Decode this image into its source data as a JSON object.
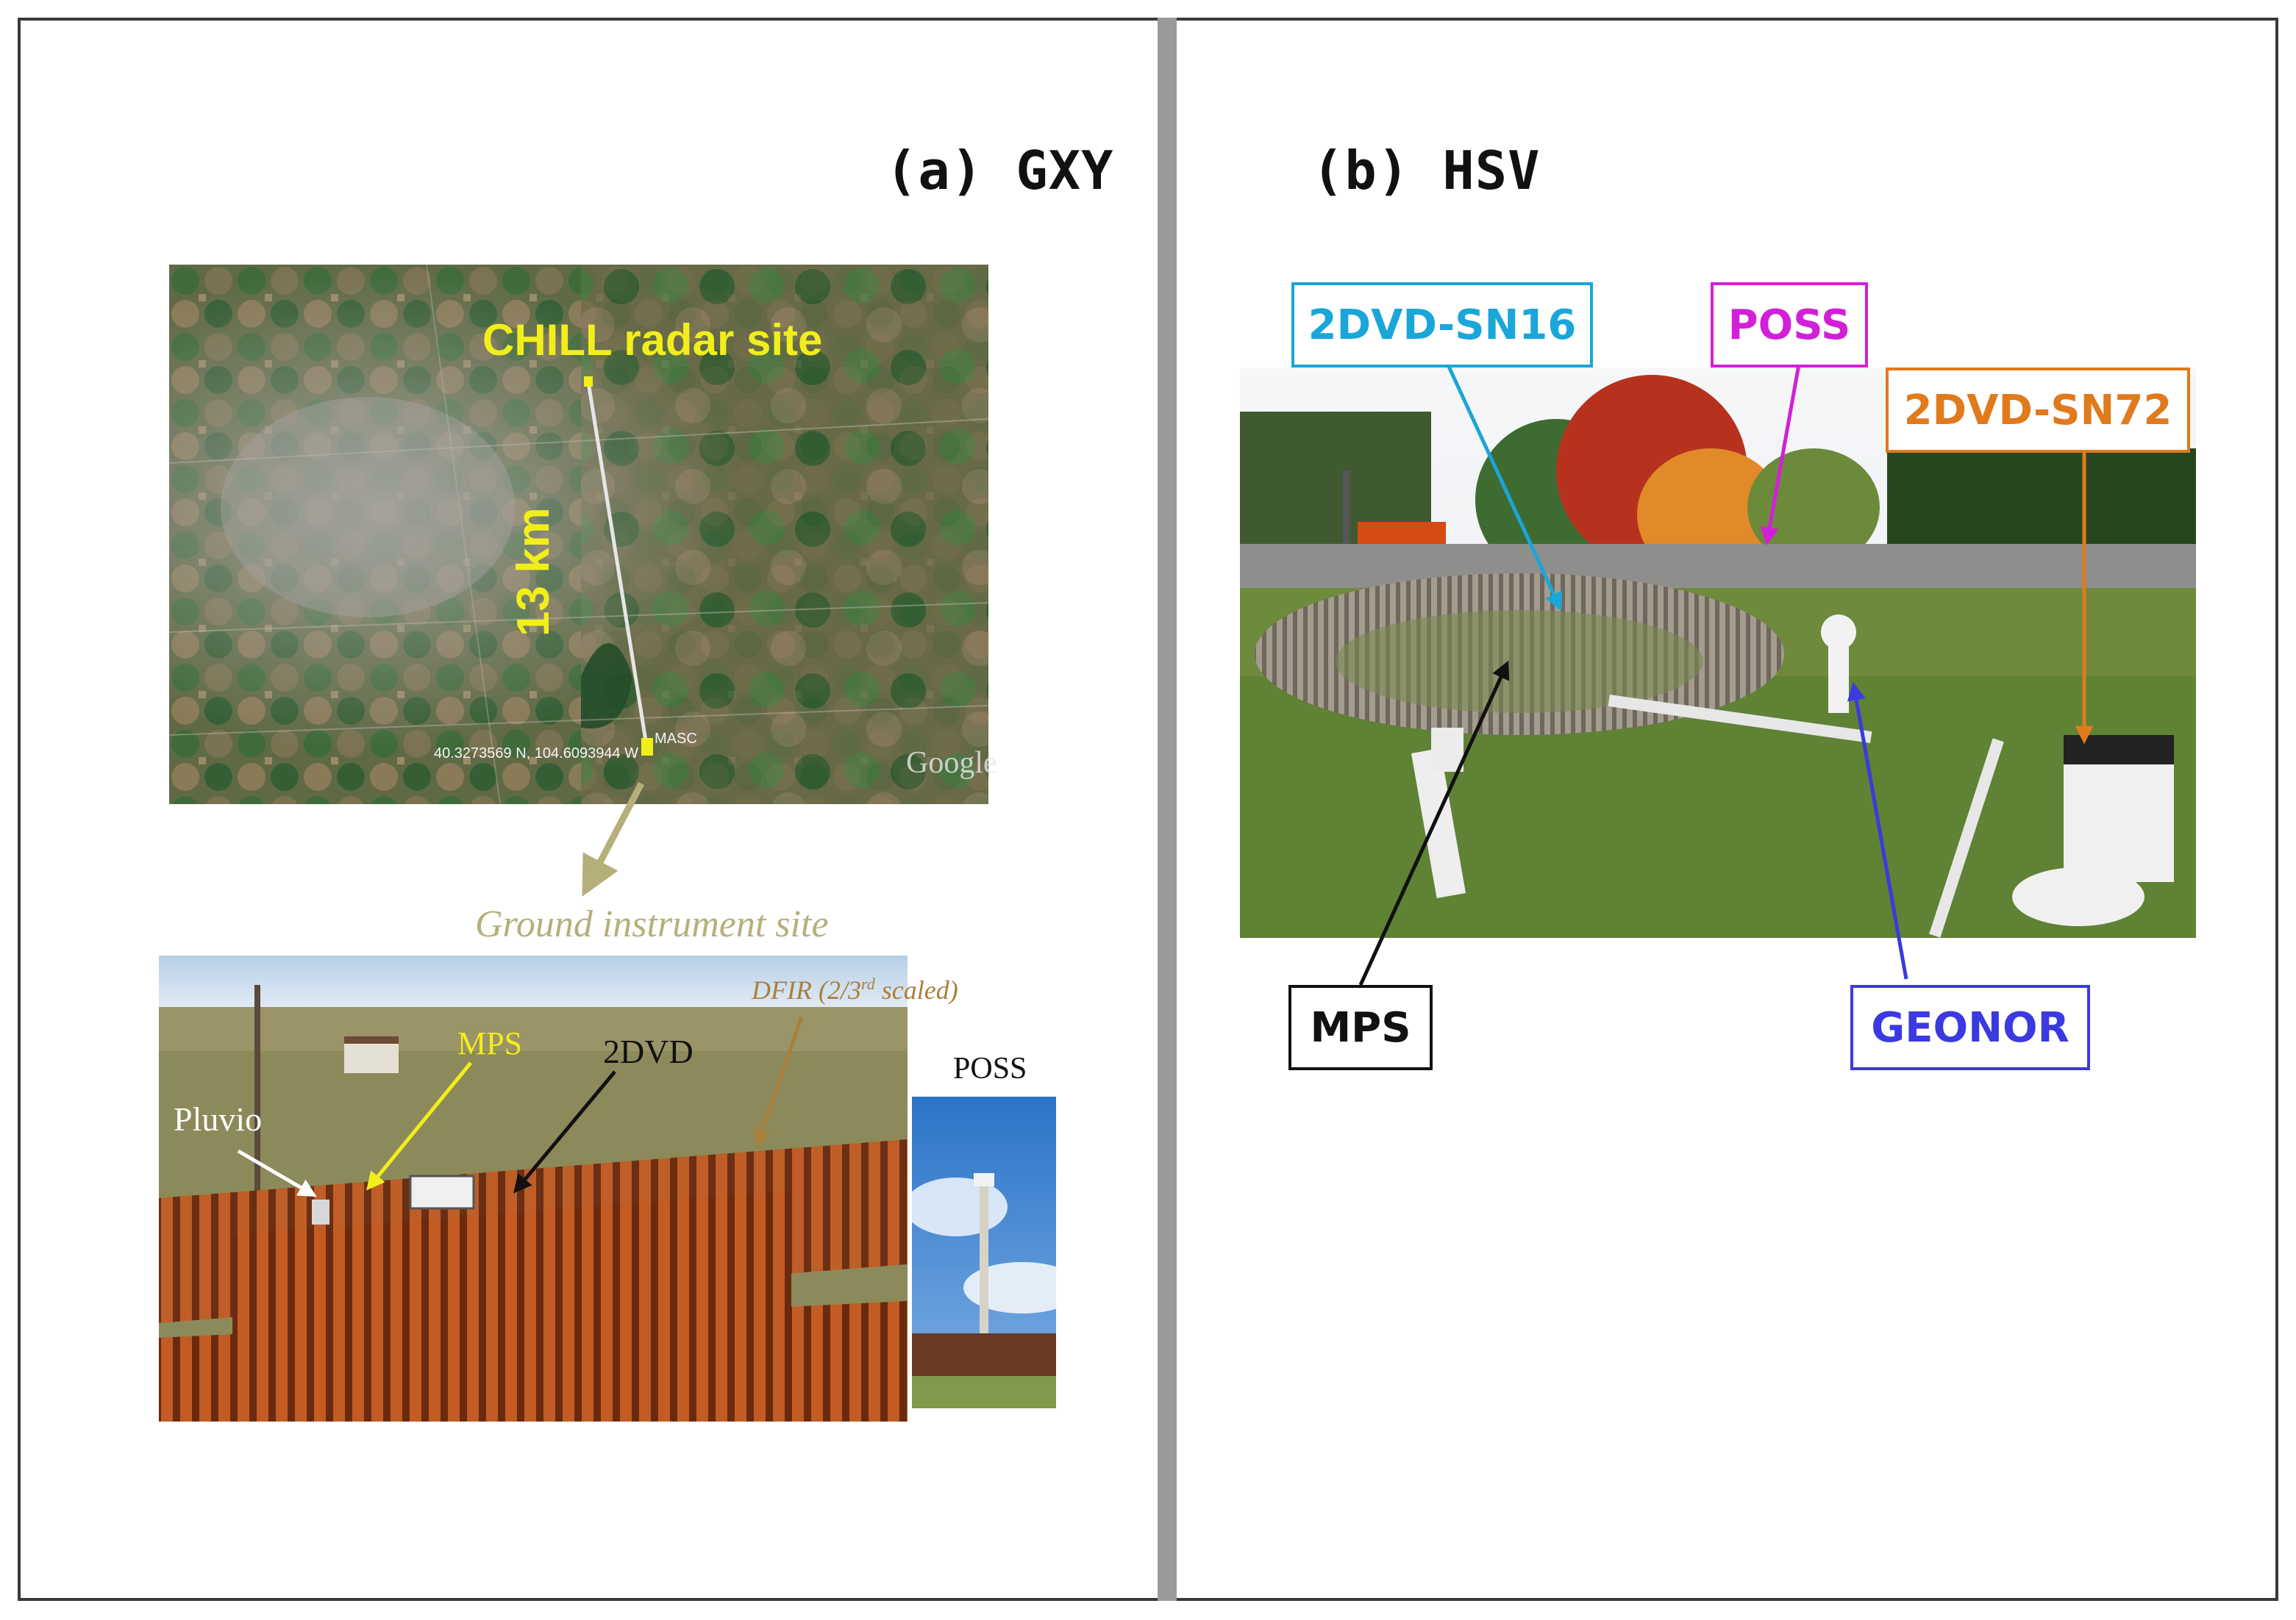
{
  "panels": {
    "a": {
      "title": "(a) GXY",
      "satellite": {
        "radar_label": "CHILL radar site",
        "distance_label": "13 km",
        "coords_text": "40.3273569 N, 104.6093944 W",
        "masc_text": "MASC",
        "watermark": "Google"
      },
      "ground_site_label": "Ground instrument site",
      "ground_photo": {
        "dfir_label_prefix": "DFIR (2/3",
        "dfir_label_sup": "rd",
        "dfir_label_suffix": " scaled)",
        "mps_label": "MPS",
        "dvd_label": "2DVD",
        "pluvio_label": "Pluvio"
      },
      "poss_label": "POSS"
    },
    "b": {
      "title": "(b) HSV",
      "labels": {
        "sn16": "2DVD-SN16",
        "poss": "POSS",
        "sn72": "2DVD-SN72",
        "mps": "MPS",
        "geonor": "GEONOR"
      }
    }
  },
  "colors": {
    "yellow": "#f2ee1c",
    "olive": "#b5b07a",
    "cyan": "#1aa6d8",
    "magenta": "#d21fd8",
    "orange": "#e07a1c",
    "blue": "#3a3ae0",
    "black": "#111111",
    "brown": "#a9803a"
  }
}
